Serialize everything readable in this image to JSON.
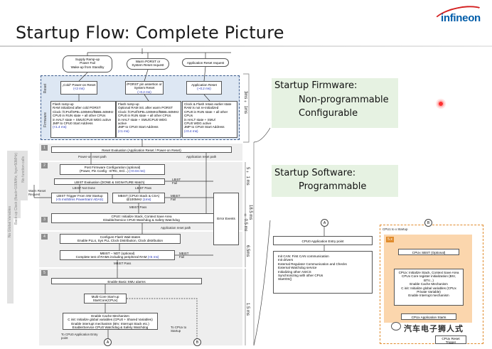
{
  "title": "Startup Flow: Complete Picture",
  "brand": "infineon",
  "colors": {
    "brand_blue": "#005da9",
    "brand_red": "#d42020",
    "green_box": "#e6f2e2",
    "orange": "#e08b2c",
    "blue_panel": "#dde7f3"
  },
  "triggers": [
    {
      "text": "Supply Ramp-up\nPower Fail\nWake-up from Standby"
    },
    {
      "text": "Warm PORST or\nSystem Reset request"
    },
    {
      "text": "Application Reset request"
    }
  ],
  "firmware_panel": {
    "reset_label": "Reset",
    "firmware_label": "Firmware",
    "reset_boxes": [
      {
        "title": "„Cold“ Power-on Reset",
        "time": "(<2 ms)"
      },
      {
        "title": "/PORST pin assertion or System Reset",
        "time": "(~0.2 ms)"
      },
      {
        "title": "Application Reset",
        "time": "(~0.2 ms)"
      }
    ],
    "firmware_boxes": [
      {
        "text": "Flash ramp-up\nRAM initialized after cold PORST\nClock: fCPU/fSPB=100MHz/fBBB=50MHz\nCPU0 in RUN state + all other CPUs\nin HALT state + SMU/CPU0 WDG active\nJMP to CPU0 Start Address",
        "time": "(<1.4 ms)"
      },
      {
        "text": "Flash ramp-up\nOptional RAM init. after warm PORST\nClock: fCPU/fSPB=100MHz/fBBB=50MHz\nCPU0 in RUN state + all other CPUs\nin HALT state + SMU/CPU0 WDG\nactive\nJMP to CPU0 Start Address",
        "time": "(<1 ms)"
      },
      {
        "text": "Clock & Flash retain earlier state\nRAM is not re-initialized\nCPU0 in RUN state + all other CPUs\nin HALT state + SMU/\nCPU0 WDG active\nJMP to CPU0 Start Address",
        "time": "(<0.4 ms)"
      }
    ]
  },
  "steps": {
    "s1": {
      "num": "1",
      "bar": "Reset Evaluation (Application Reset / Power-on Reset)",
      "left": "Power-on reset path",
      "right": "Application reset path"
    },
    "s2": {
      "num": "2",
      "box": "Post Firmware Configuration (optional)\n(Power, Pin Config - E²RC, ECl...)",
      "box_time": "(<0.04 ms)",
      "lbist_eval": "LBIST Evaluation (DONE & SIGNATURE Match)",
      "lbist_not_done": "LBIST Not Done",
      "lbist_pass": "LBIST Pass",
      "lbist_fail": "LBIST\nFail",
      "warm_reset": "Warm Reset\nRequest",
      "lbist_trigger": "LBIST Trigger From SW Startup",
      "lbist_trigger_time": "(<5 ms/50ms Powertrain/ ADAS)",
      "mbist": "MBIST (CPU0 Stack & CSA)",
      "mbist_clock": "@100MHz",
      "mbist_time": "(1ms)",
      "mbist_fail": "MBIST\nFail",
      "mbist_pass": "MBIST Pass"
    },
    "s3": {
      "num": "3",
      "bar": "CPU0: Initialize Stack, Context Save Area\nDisable/Service CPU0 Watchdog & Safety Watchdog",
      "right": "Application reset path"
    },
    "s4": {
      "num": "4",
      "box": "Configure Flash Wait-states\nEnable PLLs, Sys PLL Clock Distribution, Clock distribution",
      "mbist_title": "MBIST – NDT (optional)",
      "mbist_text": "Complete test of RAMs including peripheral RAM",
      "mbist_time": "(<5 ms)",
      "mbist_fail": "MBIST\nFail",
      "mbist_pass": "MBIST Pass"
    },
    "s5": {
      "num": "5",
      "bar": "Enable Basic SMU alarms",
      "multicore": "Multi-Core Start-up\nStartCore(CPUx)",
      "cache": "Enable Cache Mechanism\nC init: Initialize global variables (CPU0 + Shared Variables)\nEnable interrupt mechanism (BIV, Interrupt Stack etc.)\nEnable/Service CPU0 Watchdog & Safety Watchdog",
      "to_cpu0": "To CPU0 Application Entry\npoint",
      "to_cpux": "To CPUx to\nStartup",
      "conn_a": "A",
      "conn_b": "B"
    }
  },
  "error_events": "Error Events",
  "side_labels": [
    "No Global Variables",
    "Back-up Clock (fback=100MHz, fsys=50MHz)",
    "No function calls"
  ],
  "timings": [
    "3ms ÷ 1ms",
    "5 ÷ 1 ms",
    "18.5 ms",
    "± 0.5 ms",
    "6.5ms",
    "1.5 ms"
  ],
  "callouts": [
    {
      "heading": "Startup Firmware:",
      "lines": [
        "Non-programmable",
        "Configurable"
      ]
    },
    {
      "heading": "Startup Software:",
      "lines": [
        "Programmable"
      ]
    }
  ],
  "cpu0_app": {
    "conn": "A",
    "entry": "CPU0 Application Entry point",
    "items": [
      "Init CAN: First CAN communication",
      "Init drivers",
      "External Regulator Communication and Checks",
      "External Watchdog service",
      "Initializing other ASICS",
      "Synchronizing with other CPUs",
      "StartOS()"
    ]
  },
  "cpux": {
    "panel_label": "CPU1 to x Startup",
    "conn": "B",
    "step_num": "5.x",
    "sbst": "CPUx SBST (Optional)",
    "init": "CPUx: Initialize Stack, Context Save Area\nCPUx Core register initialization (BIV,\nBTV...)\nEnable Cache Mechanism\nC init: Initialize global variables (CPUx\nPrivate Variable)\nEnable Interrupt mechanism",
    "app_starts": "CPUx Application Starts",
    "reset": "CPUx Reset\nTrigger"
  },
  "watermark": "汽车电子狮人式"
}
